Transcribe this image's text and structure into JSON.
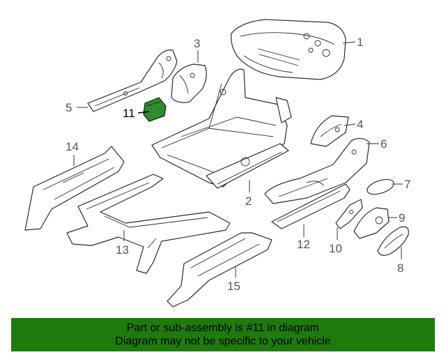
{
  "diagram": {
    "highlight_color": "#2e8b2e",
    "callouts": [
      "1",
      "2",
      "3",
      "4",
      "5",
      "6",
      "7",
      "8",
      "9",
      "10",
      "11",
      "12",
      "13",
      "14",
      "15"
    ],
    "highlighted_callout": "11"
  },
  "banner": {
    "line1": "Part or sub-assembly is #11 in diagram",
    "line2": "Diagram may not be specific to your vehicle",
    "background": "#1e7a0a"
  }
}
